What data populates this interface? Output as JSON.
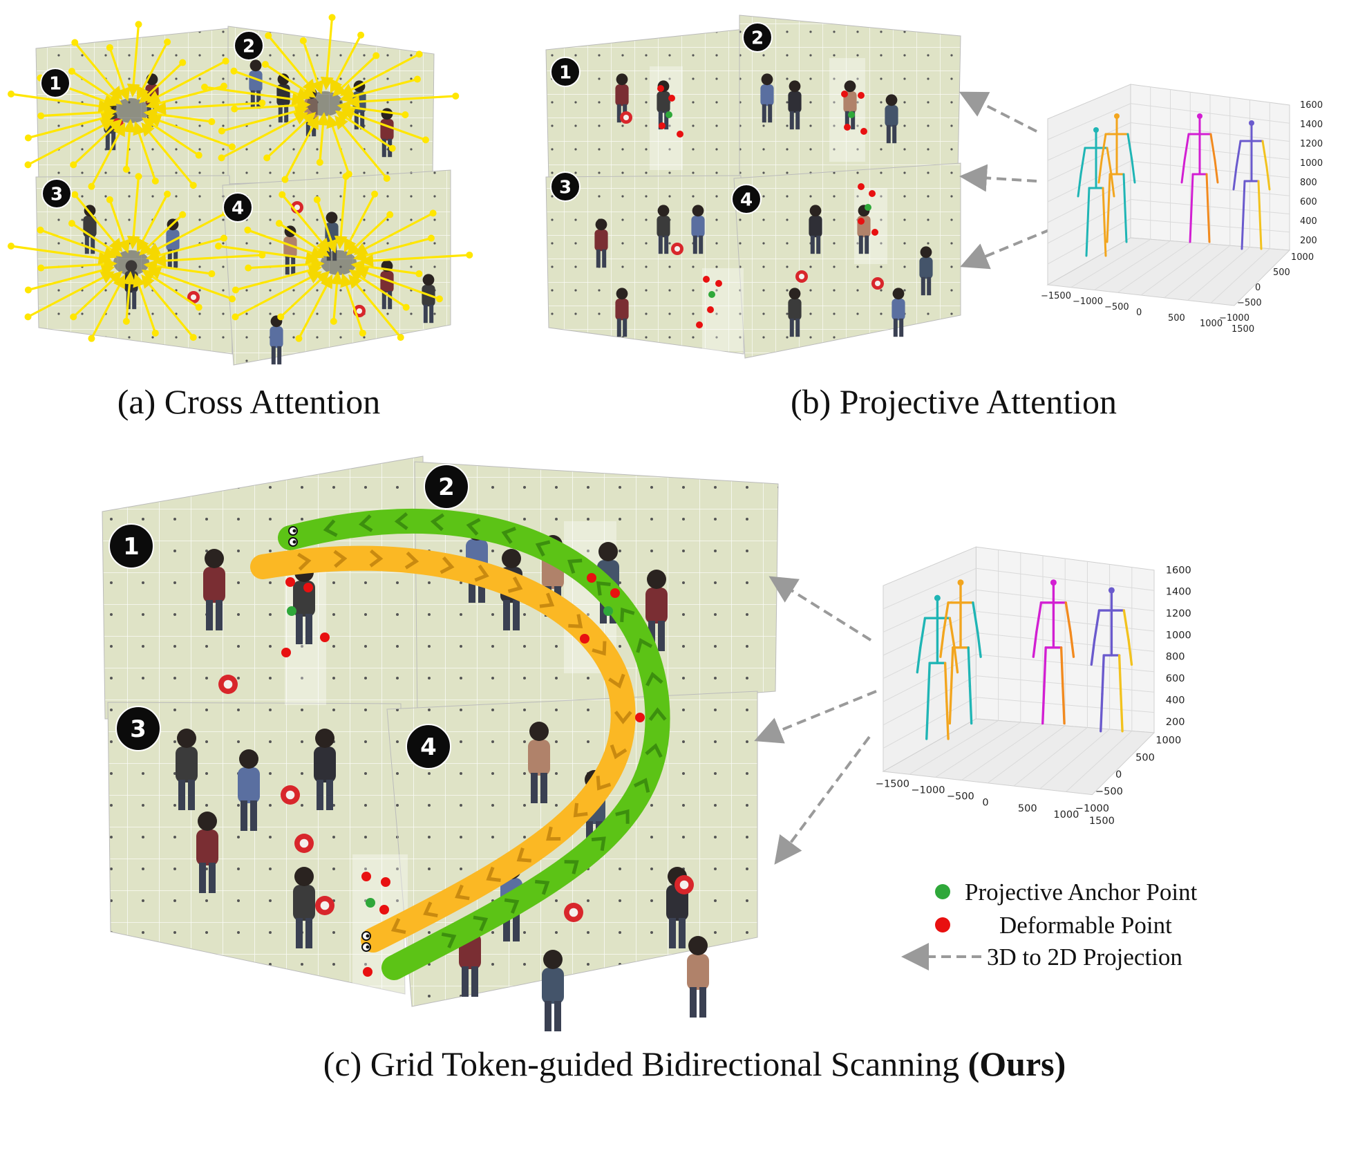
{
  "captions": {
    "a": "(a) Cross Attention",
    "b": "(b) Projective Attention",
    "c_main": "(c) Grid Token-guided Bidirectional Scanning ",
    "c_bold": "(Ours)"
  },
  "view_labels": [
    "1",
    "2",
    "3",
    "4"
  ],
  "legend": {
    "anchor": "Projective Anchor Point",
    "deformable": "Deformable Point",
    "projection": "3D to 2D Projection"
  },
  "colors": {
    "cross_attention_lines": "#ffe600",
    "anchor_point": "#2fa83a",
    "deformable_point": "#e81010",
    "scan_green": "#5cc316",
    "scan_orange": "#fbb824",
    "projection_arrow": "#9a9a9a",
    "photo_wall": "#dfe3c8"
  },
  "plot3d": {
    "z_ticks": [
      "1600",
      "1400",
      "1200",
      "1000",
      "800",
      "600",
      "400",
      "200"
    ],
    "x_ticks": [
      "−1500",
      "−1000",
      "−500",
      "0",
      "500",
      "1000",
      "1500"
    ],
    "y_ticks": [
      "1000",
      "500",
      "0",
      "−500",
      "−1000"
    ],
    "skeleton_colors": [
      "#1fb5b5",
      "#f2a51e",
      "#d21fd2",
      "#f28a1e",
      "#6a5acd",
      "#f2c21e"
    ]
  }
}
